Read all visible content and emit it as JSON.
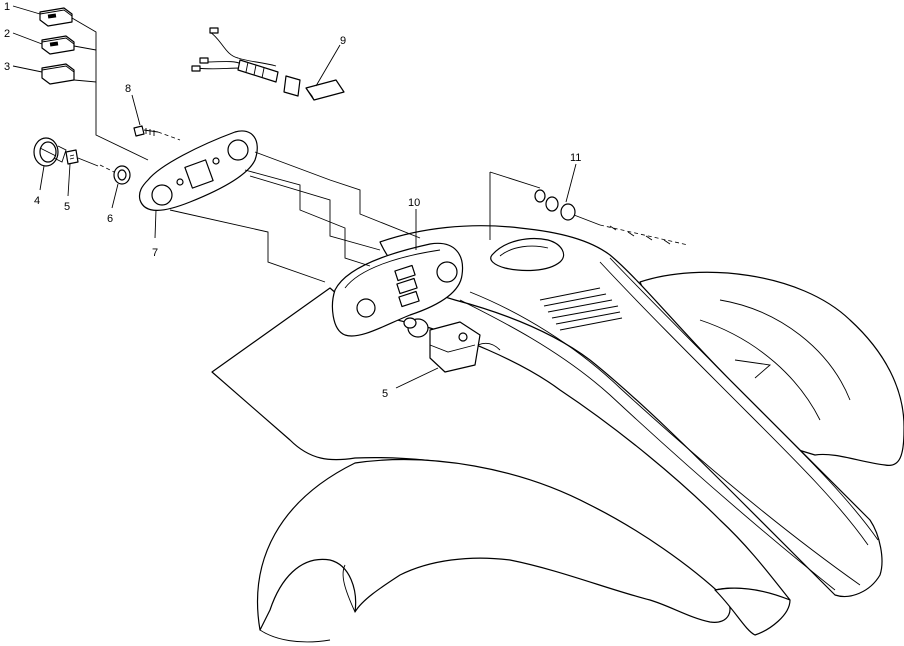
{
  "callouts": {
    "c1": "1",
    "c2": "2",
    "c3": "3",
    "c4": "4",
    "c5a": "5",
    "c5b": "5",
    "c6": "6",
    "c7": "7",
    "c8": "8",
    "c9": "9",
    "c10": "10",
    "c11": "11"
  },
  "colors": {
    "ink": "#000000",
    "paper": "#ffffff"
  }
}
